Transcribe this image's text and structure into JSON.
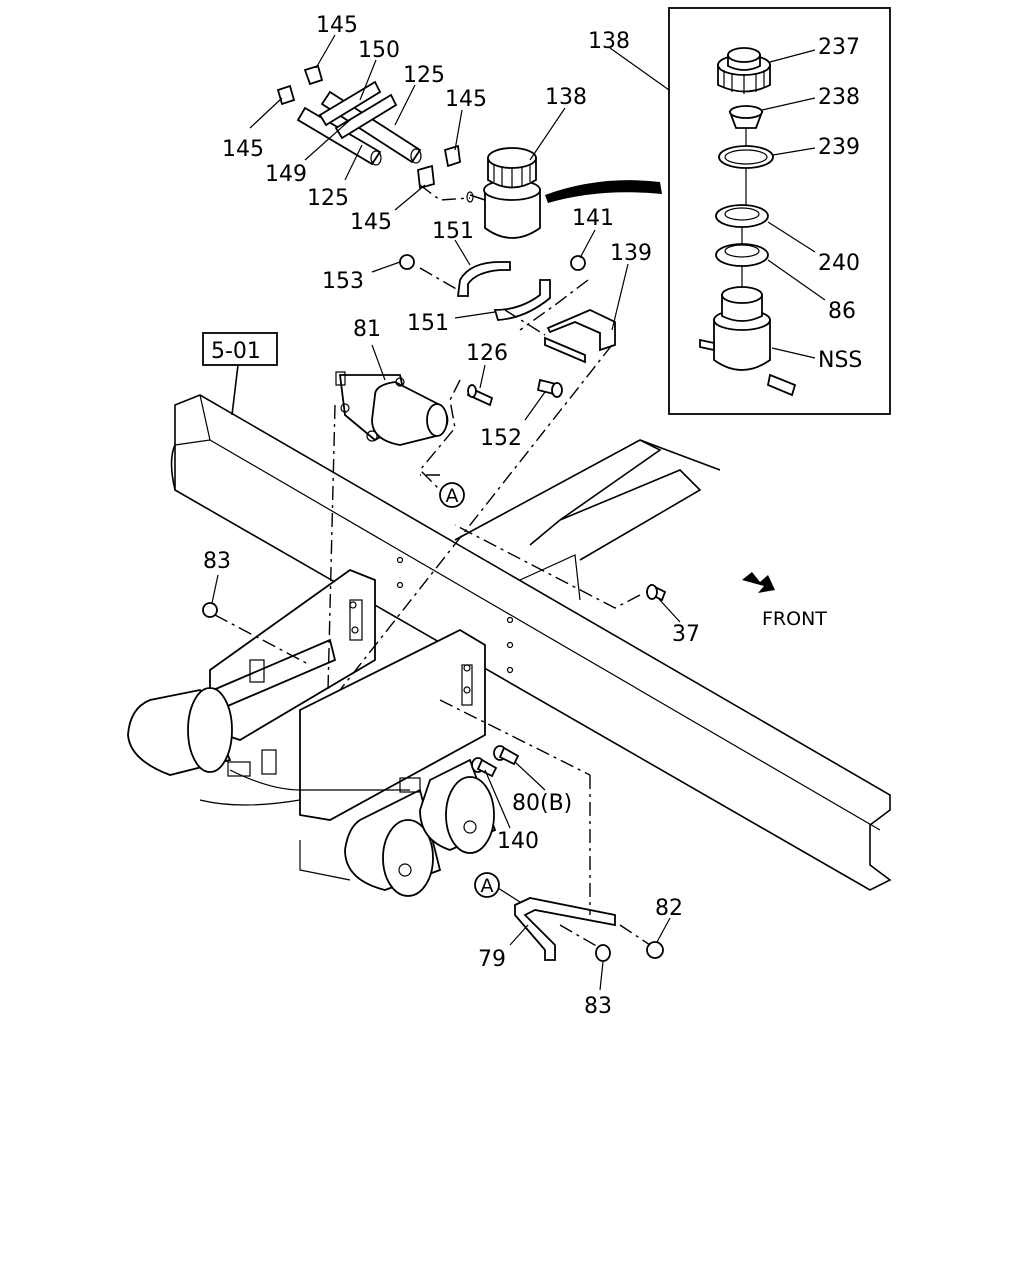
{
  "ref_box": "5-01",
  "direction": "FRONT",
  "callout_marker": "A",
  "labels": {
    "p145a": "145",
    "p150": "150",
    "p125a": "125",
    "p145b": "145",
    "p138a": "138",
    "p145c": "145",
    "p149": "149",
    "p125b": "125",
    "p145d": "145",
    "p151a": "151",
    "p141": "141",
    "p139": "139",
    "p153": "153",
    "p151b": "151",
    "p81": "81",
    "p126": "126",
    "p152": "152",
    "p138b": "138",
    "p237": "237",
    "p238": "238",
    "p239": "239",
    "p240": "240",
    "p86": "86",
    "pNSS": "NSS",
    "p83a": "83",
    "p37": "37",
    "p80b": "80(B)",
    "p140": "140",
    "p82": "82",
    "p79": "79",
    "p83b": "83"
  }
}
